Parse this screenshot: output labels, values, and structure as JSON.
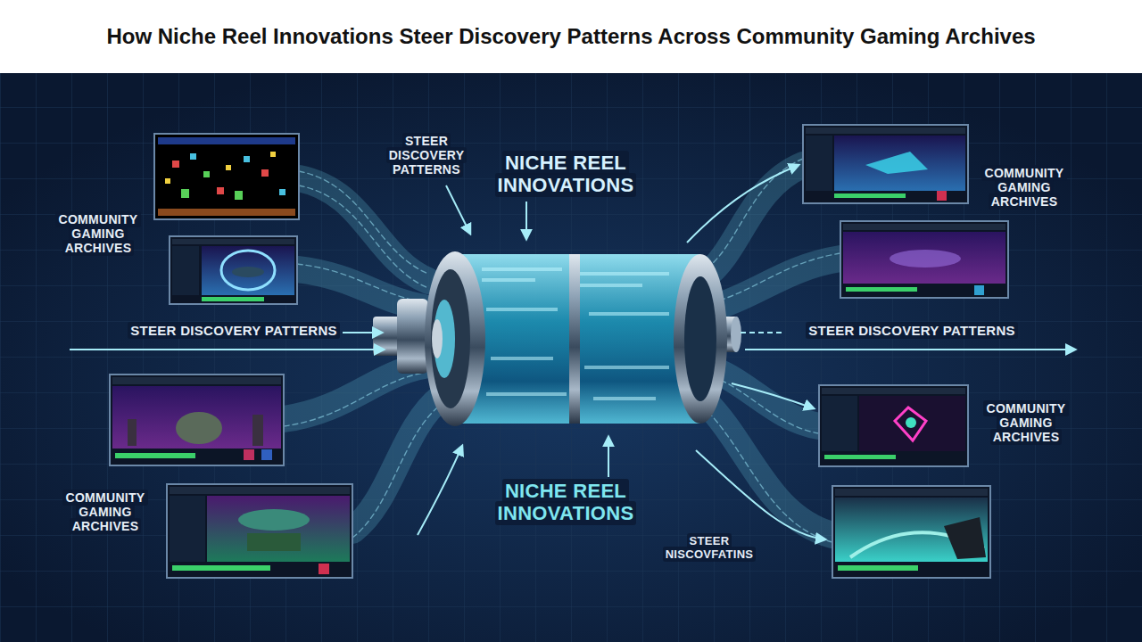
{
  "diagram": {
    "title": "How Niche Reel Innovations Steer Discovery Patterns Across Community Gaming Archives",
    "labels": [
      "STEER DISCOVERY PATTERNS",
      "NICHE REEL INNOVATIONS",
      "COMMUNITY GAMING ARCHIVES",
      "COMMUNITY GAMING ARCHIVES",
      "STEER DISCOVERY PATTERNS",
      "STEER DISCOVERY PATTERNS",
      "COMMUNITY GAMING ARCHIVES",
      "NICHE REEL INNOVATIONS",
      "COMMUNITY GAMING ARCHIVES",
      "STEER NISCOVFATINS"
    ]
  }
}
